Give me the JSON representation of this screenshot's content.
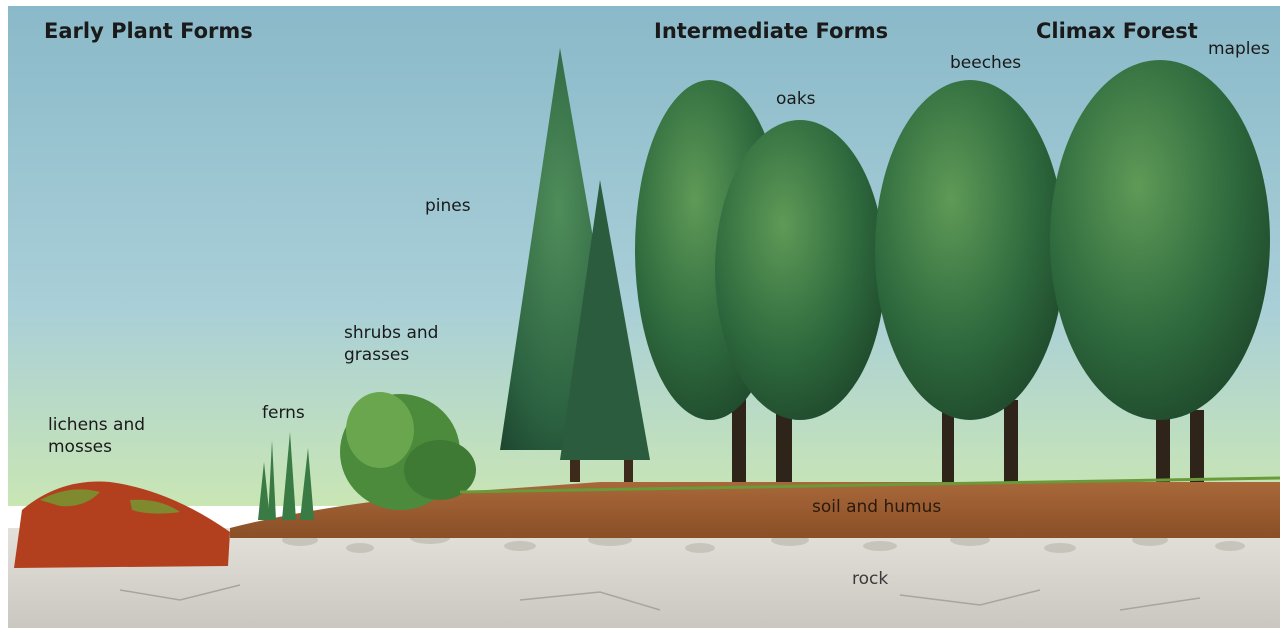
{
  "headings": {
    "early": "Early Plant Forms",
    "intermediate": "Intermediate Forms",
    "climax": "Climax Forest"
  },
  "labels": {
    "lichens": [
      "lichens and",
      "mosses"
    ],
    "ferns": "ferns",
    "shrubs": [
      "shrubs and",
      "grasses"
    ],
    "pines": "pines",
    "oaks": "oaks",
    "beeches": "beeches",
    "maples": "maples",
    "soil": "soil and humus",
    "rock": "rock"
  },
  "colors": {
    "sky_top": "#8ab9c9",
    "sky_bottom": "#c9e6b4",
    "soil": "#9a5a2c",
    "rock": "#d8d6cf",
    "pine_green": "#2f6b3e",
    "oak_green": "#2d6a39",
    "lichen_red": "#b2401f"
  }
}
